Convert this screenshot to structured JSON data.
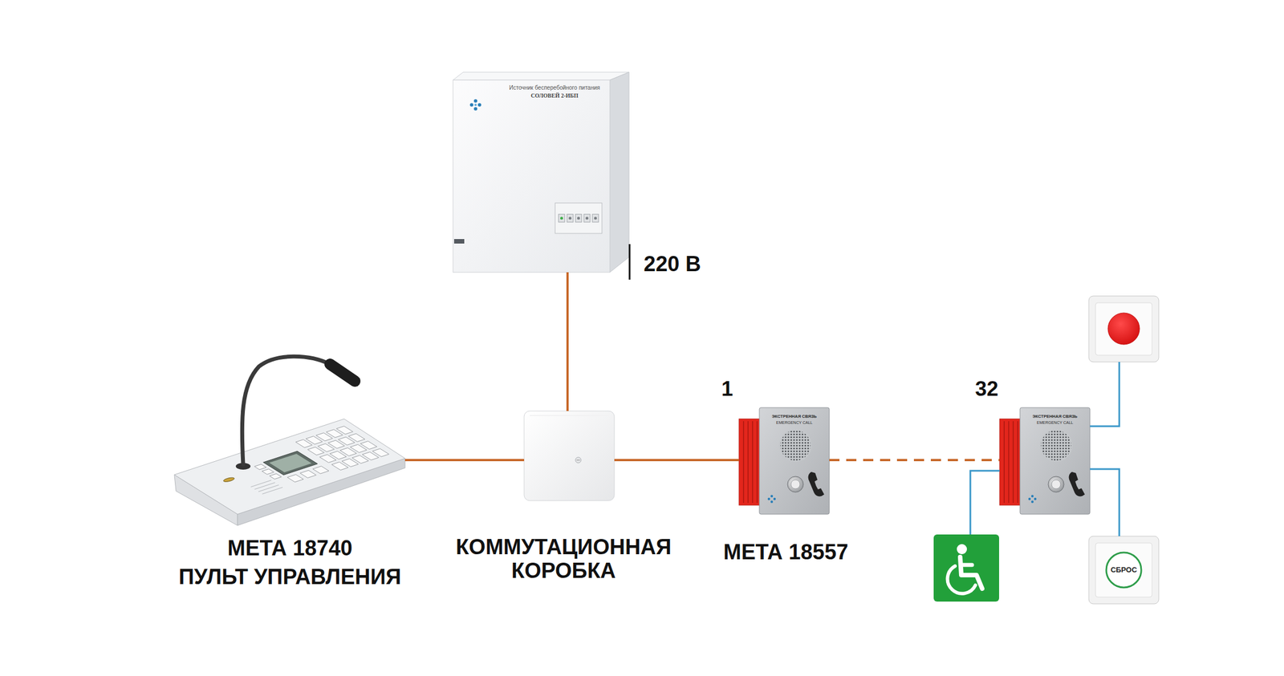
{
  "diagram": {
    "nodes": [
      {
        "text": [
          "Источник бесперебойного питания",
          "СОЛОВЕЙ 2-ИБП"
        ]
      },
      {
        "text": [
          "МЕТА 18740",
          "ПУЛЬТ УПРАВЛЕНИЯ"
        ]
      },
      {
        "text": [
          "КОММУТАЦИОННАЯ КОРОБКА"
        ]
      },
      {
        "text": [
          "1",
          "ЭКСТРЕННАЯ СВЯЗЬ",
          "EMERGENCY CALL",
          "МЕТА 18557"
        ]
      },
      {
        "text": [
          "32",
          "ЭКСТРЕННАЯ СВЯЗЬ",
          "EMERGENCY CALL"
        ]
      },
      {
        "text": [
          "СБРОС"
        ]
      }
    ],
    "edges": [
      {
        "from": 0,
        "to": 2,
        "arrow": "none"
      },
      {
        "from": 1,
        "to": 2,
        "arrow": "none"
      },
      {
        "from": 2,
        "to": 3,
        "arrow": "none"
      },
      {
        "from": 3,
        "to": 4,
        "arrow": "none"
      },
      {
        "from": 4,
        "to": 5,
        "arrow": "none"
      }
    ],
    "labels": [
      "220 В"
    ]
  }
}
